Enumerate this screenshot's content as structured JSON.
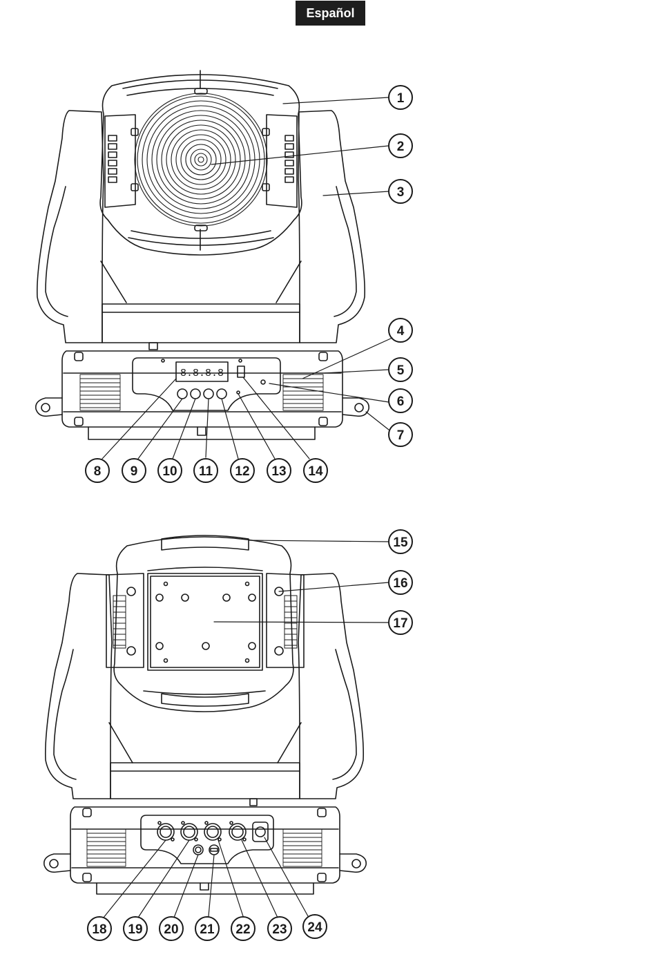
{
  "header": {
    "language_label": "Español"
  },
  "front_view": {
    "display_text": "8.8.8.8",
    "callouts": [
      "1",
      "2",
      "3",
      "4",
      "5",
      "6",
      "7",
      "8",
      "9",
      "10",
      "11",
      "12",
      "13",
      "14"
    ]
  },
  "rear_view": {
    "callouts": [
      "15",
      "16",
      "17",
      "18",
      "19",
      "20",
      "21",
      "22",
      "23",
      "24"
    ]
  },
  "colors": {
    "line": "#1a1a1a",
    "badge": "#1e1e1e",
    "background": "#ffffff"
  }
}
